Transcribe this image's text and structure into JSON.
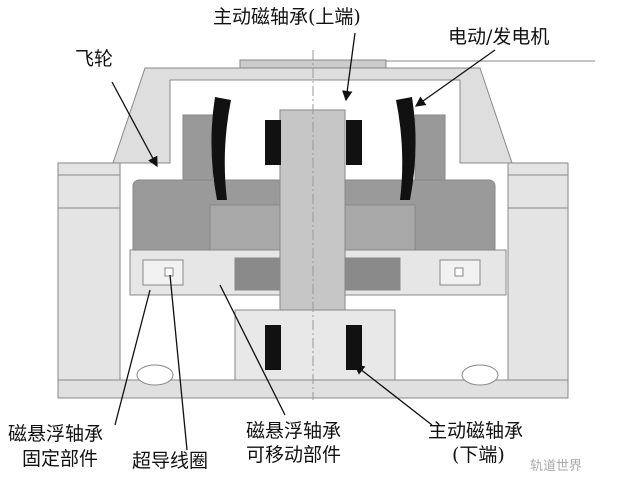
{
  "labels": {
    "upper_bearing": "主动磁轴承(上端)",
    "motor_generator": "电动/发电机",
    "flywheel": "飞轮",
    "fixed_part_line1": "磁悬浮轴承",
    "fixed_part_line2": "固定部件",
    "sc_coil": "超导线圈",
    "movable_part_line1": "磁悬浮轴承",
    "movable_part_line2": "可移动部件",
    "lower_bearing_line1": "主动磁轴承",
    "lower_bearing_line2": "(下端)"
  },
  "watermark": "轨道世界",
  "colors": {
    "dark": "#8e8e8e",
    "mid": "#b4b4b4",
    "light": "#dcdcdc",
    "coil": "#111111"
  }
}
